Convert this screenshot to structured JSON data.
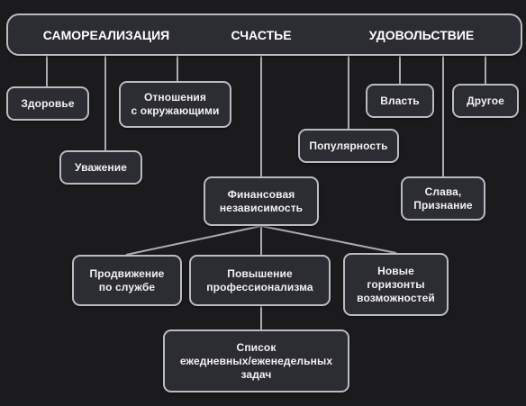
{
  "banner": {
    "left": "САМОРЕАЛИЗАЦИЯ",
    "center": "СЧАСТЬЕ",
    "right": "УДОВОЛЬСТВИЕ"
  },
  "nodes": {
    "health": "Здоровье",
    "relations": "Отношения\nс окружающими",
    "respect": "Уважение",
    "popularity": "Популярность",
    "power": "Власть",
    "other": "Другое",
    "fame": "Слава,\nПризнание",
    "finance": "Финансовая\nнезависимость",
    "promotion": "Продвижение\nпо службе",
    "professionalism": "Повышение\nпрофессионализма",
    "horizons": "Новые\nгоризонты\nвозможностей",
    "tasks": "Список\nежедневных/еженедельных\nзадач"
  },
  "colors": {
    "background": "#1b1b1d",
    "box_fill": "#2c2c33",
    "box_border": "#b9bcc2",
    "connector": "#a8abb1",
    "text": "#f2f2f2"
  }
}
